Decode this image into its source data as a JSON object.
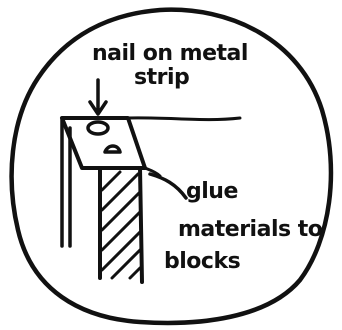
{
  "annotations": {
    "top_line1": "nail on metal",
    "top_line2": "strip",
    "right_line1": "glue",
    "right_line2": "materials to",
    "right_line3": "blocks"
  },
  "colors": {
    "ink": "#111111",
    "paper": "#ffffff"
  }
}
